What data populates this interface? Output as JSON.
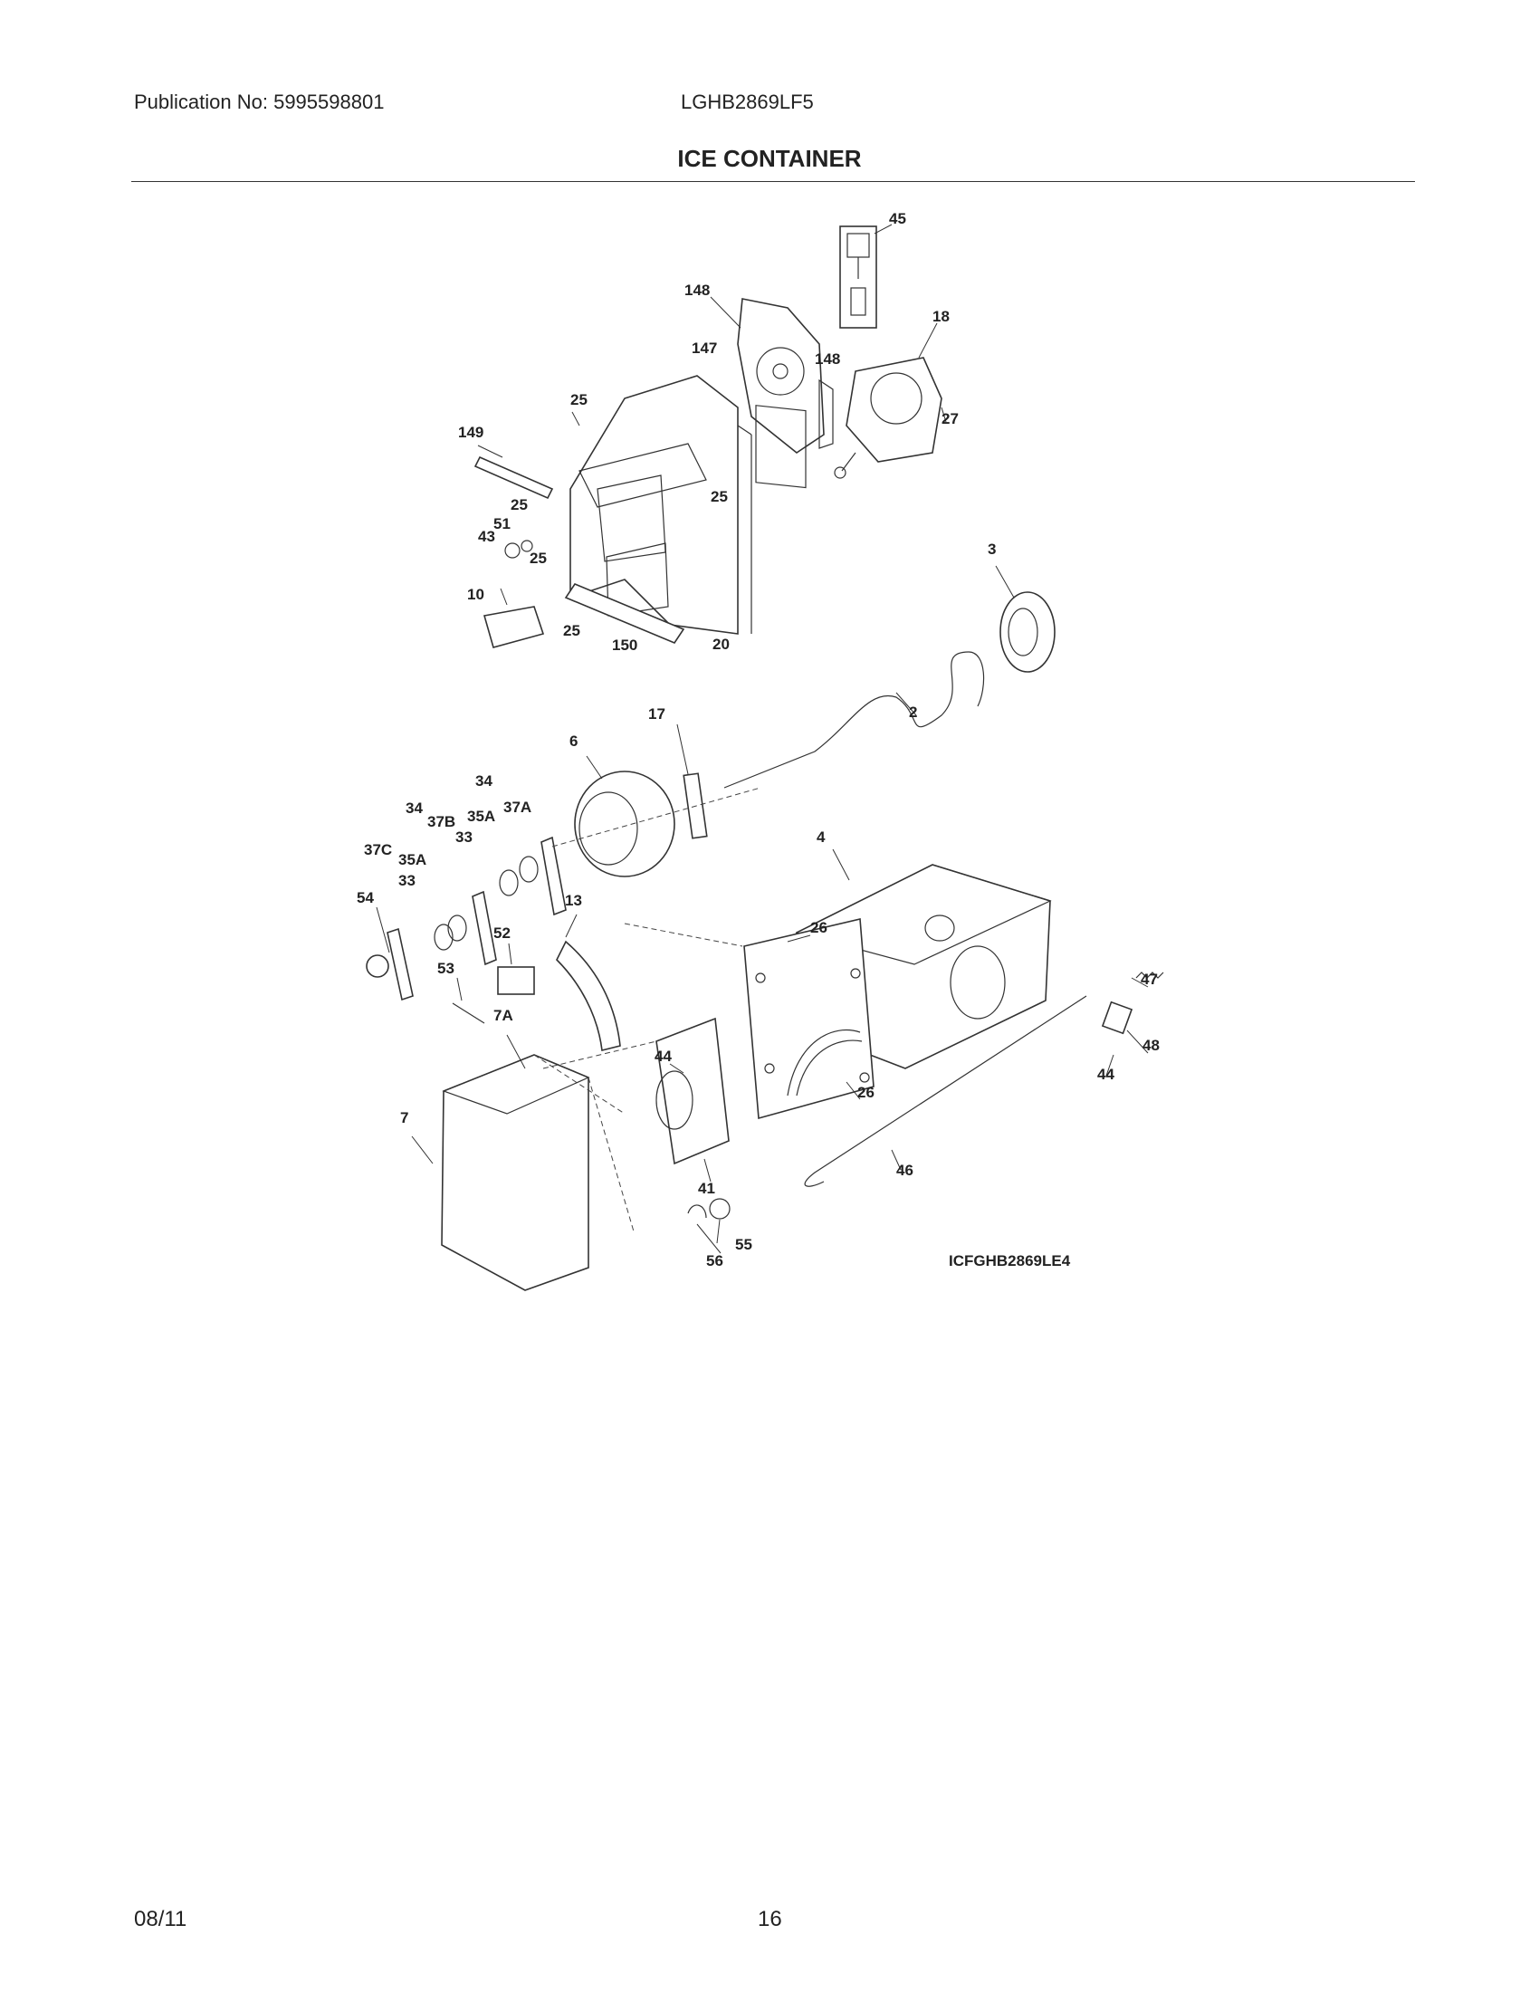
{
  "header": {
    "publication": "Publication No: 5995598801",
    "model": "LGHB2869LF5",
    "title": "ICE CONTAINER"
  },
  "diagram": {
    "code": "ICFGHB2869LE4",
    "callouts": {
      "c45": "45",
      "c148a": "148",
      "c18": "18",
      "c147": "147",
      "c148b": "148",
      "c25a": "25",
      "c27": "27",
      "c149": "149",
      "c25b": "25",
      "c25c": "25",
      "c51": "51",
      "c43": "43",
      "c25d": "25",
      "c10": "10",
      "c25e": "25",
      "c150": "150",
      "c20": "20",
      "c3": "3",
      "c17": "17",
      "c2": "2",
      "c6": "6",
      "c34a": "34",
      "c34b": "34",
      "c37b": "37B",
      "c35a_top": "35A",
      "c37a": "37A",
      "c37c": "37C",
      "c35a_low": "35A",
      "c33a": "33",
      "c33b": "33",
      "c4": "4",
      "c54": "54",
      "c13": "13",
      "c52": "52",
      "c26a": "26",
      "c53": "53",
      "c7a": "7A",
      "c47": "47",
      "c48": "48",
      "c44a": "44",
      "c44b": "44",
      "c26b": "26",
      "c7": "7",
      "c41": "41",
      "c46": "46",
      "c55": "55",
      "c56": "56"
    }
  },
  "footer": {
    "date": "08/11",
    "page": "16"
  }
}
